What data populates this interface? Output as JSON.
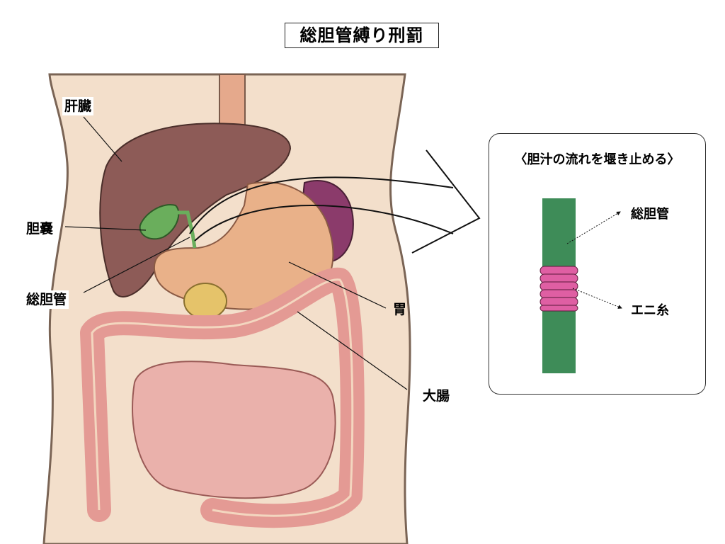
{
  "title": "総胆管縛り刑罰",
  "labels": {
    "liver": "肝臓",
    "gallbladder": "胆嚢",
    "common_bile_duct": "総胆管",
    "stomach": "胃",
    "large_intestine": "大腸"
  },
  "panel": {
    "title": "〈胆汁の流れを堰き止める〉",
    "duct_label": "総胆管",
    "thread_label": "エニ糸"
  },
  "colors": {
    "skin": "#f3dfcb",
    "liver": "#8d5b57",
    "stomach": "#e9b189",
    "spleen": "#8b3b6b",
    "intestine": "#e49a94",
    "gallbladder": "#6aae5c",
    "duct": "#3e8c58",
    "thread": "#df5fa3"
  }
}
